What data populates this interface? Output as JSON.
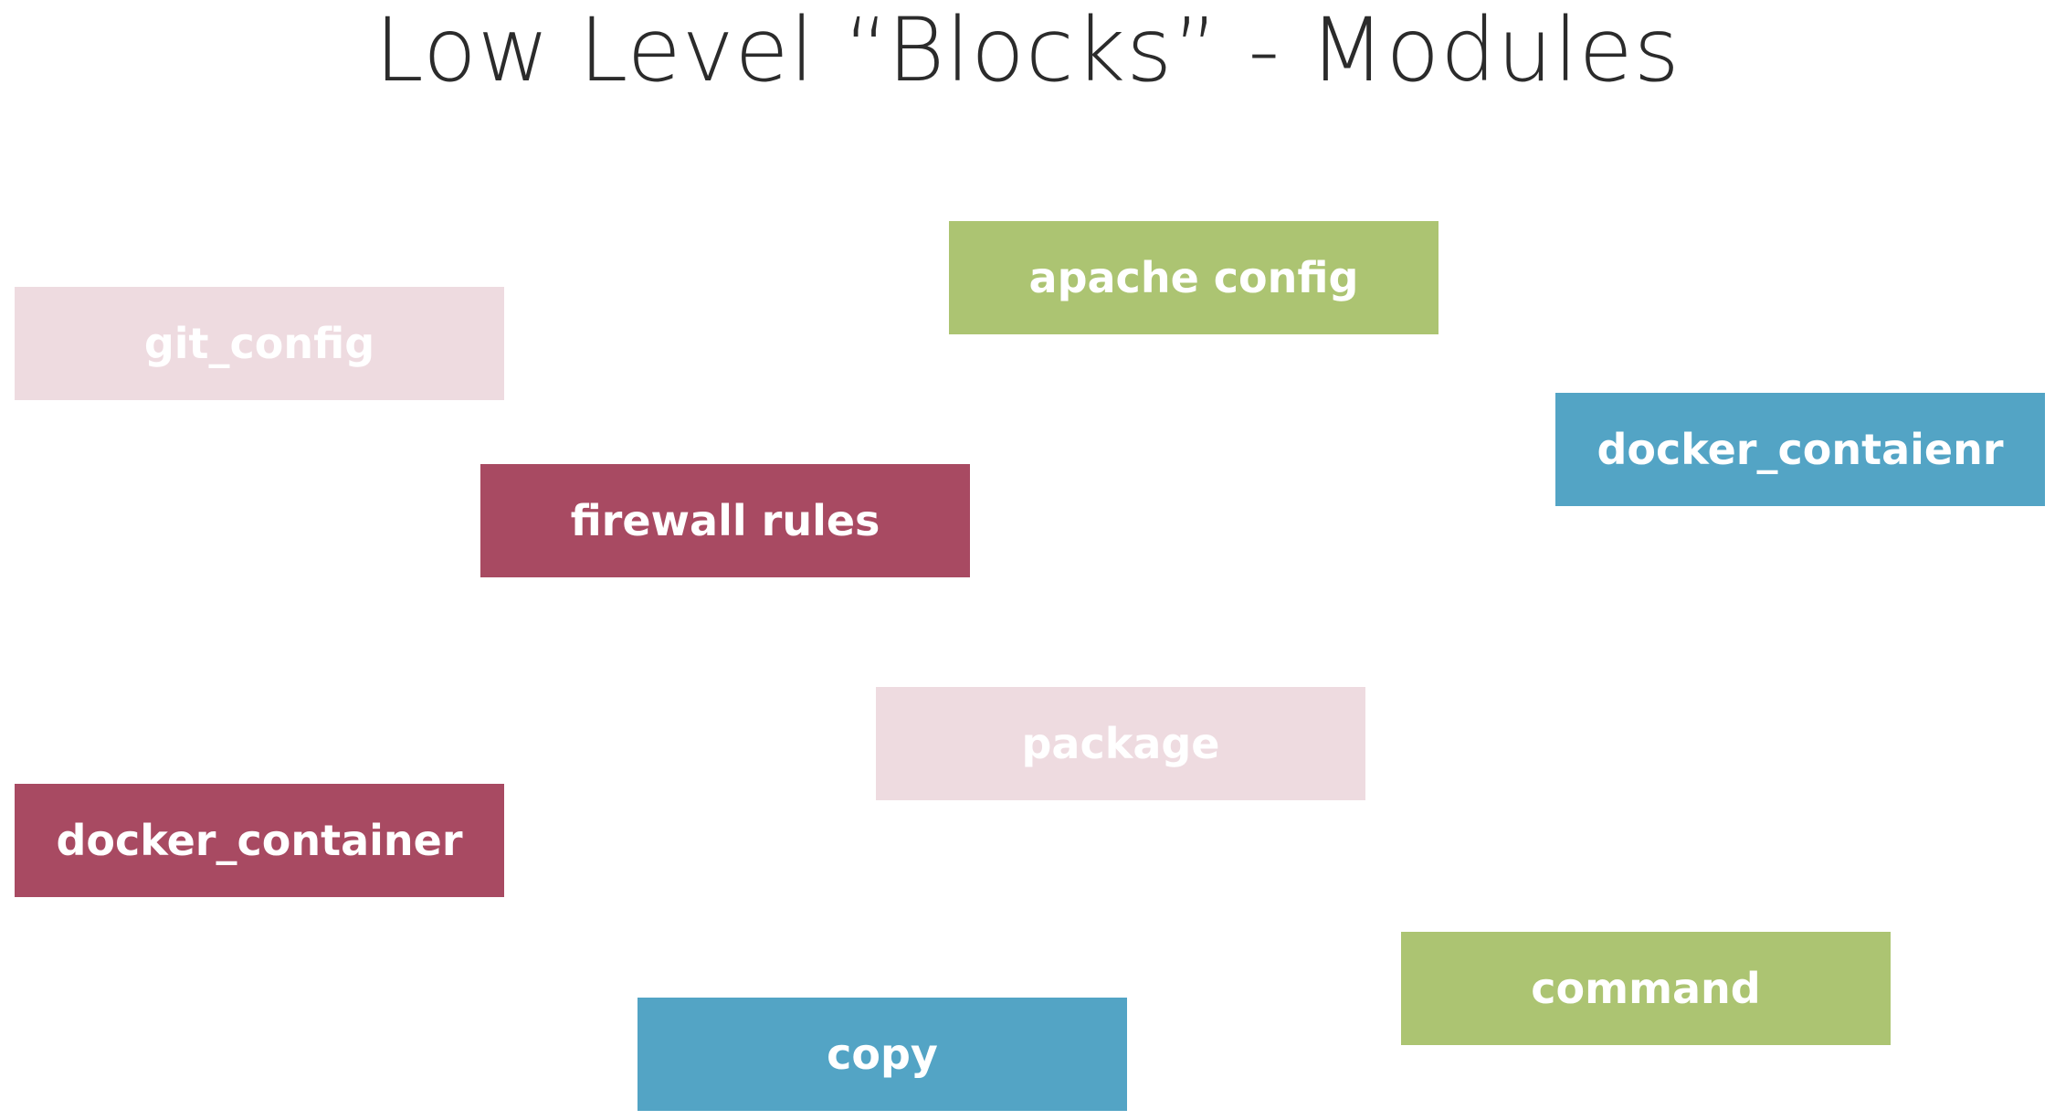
{
  "title": "Low Level “Blocks” - Modules",
  "colors": {
    "pink": "#eedbe0",
    "crimson": "#a84a62",
    "green": "#acc472",
    "blue": "#53a4c5",
    "label_text": "#ffffff",
    "title_text": "#2b2b2b"
  },
  "blocks": [
    {
      "label": "git_config",
      "color": "pink"
    },
    {
      "label": "apache config",
      "color": "green"
    },
    {
      "label": "docker_contaienr",
      "color": "blue"
    },
    {
      "label": "firewall rules",
      "color": "crimson"
    },
    {
      "label": "package",
      "color": "pink"
    },
    {
      "label": "docker_container",
      "color": "crimson"
    },
    {
      "label": "command",
      "color": "green"
    },
    {
      "label": "copy",
      "color": "blue"
    }
  ]
}
